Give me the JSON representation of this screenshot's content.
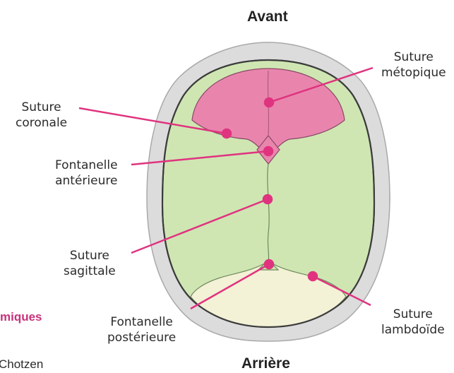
{
  "orientation": {
    "front": "Avant",
    "back": "Arrière"
  },
  "labels": {
    "suture_metopique": [
      "Suture",
      "métopique"
    ],
    "suture_coronale": [
      "Suture",
      "coronale"
    ],
    "fontanelle_anterieure": [
      "Fontanelle",
      "antérieure"
    ],
    "suture_sagittale": [
      "Suture",
      "sagittale"
    ],
    "fontanelle_posterieure": [
      "Fontanelle",
      "postérieure"
    ],
    "suture_lambdoide": [
      "Suture",
      "lambdoïde"
    ]
  },
  "partial_text": {
    "heading": "miques",
    "body": "Chotzen"
  },
  "colors": {
    "frontal_bone": "#e985ad",
    "parietal_bone": "#cfe6b3",
    "occipital_bone": "#f3f1d6",
    "head_outline": "#dcdcdc",
    "pointer": "#e0337f",
    "heading_accent": "#c8327a"
  }
}
